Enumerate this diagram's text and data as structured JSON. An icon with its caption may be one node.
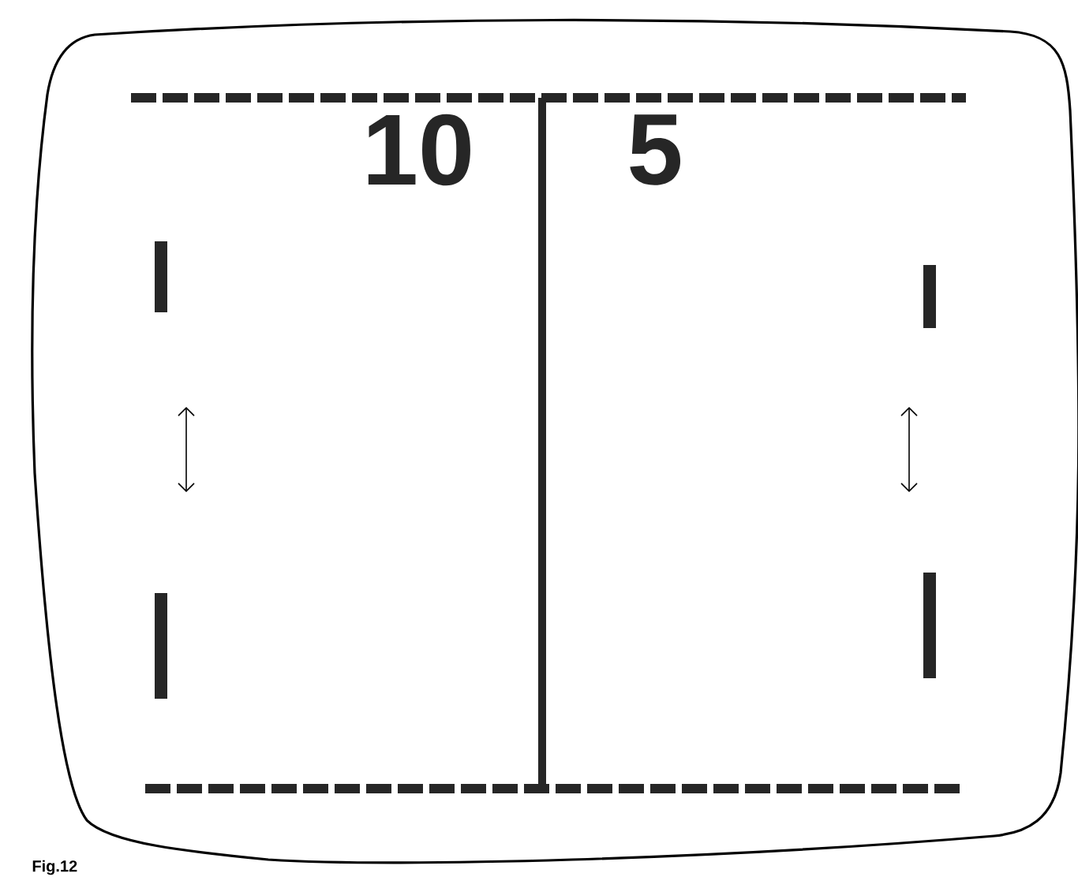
{
  "diagram": {
    "caption": "Fig.12",
    "labels": [
      "10",
      "5"
    ]
  }
}
